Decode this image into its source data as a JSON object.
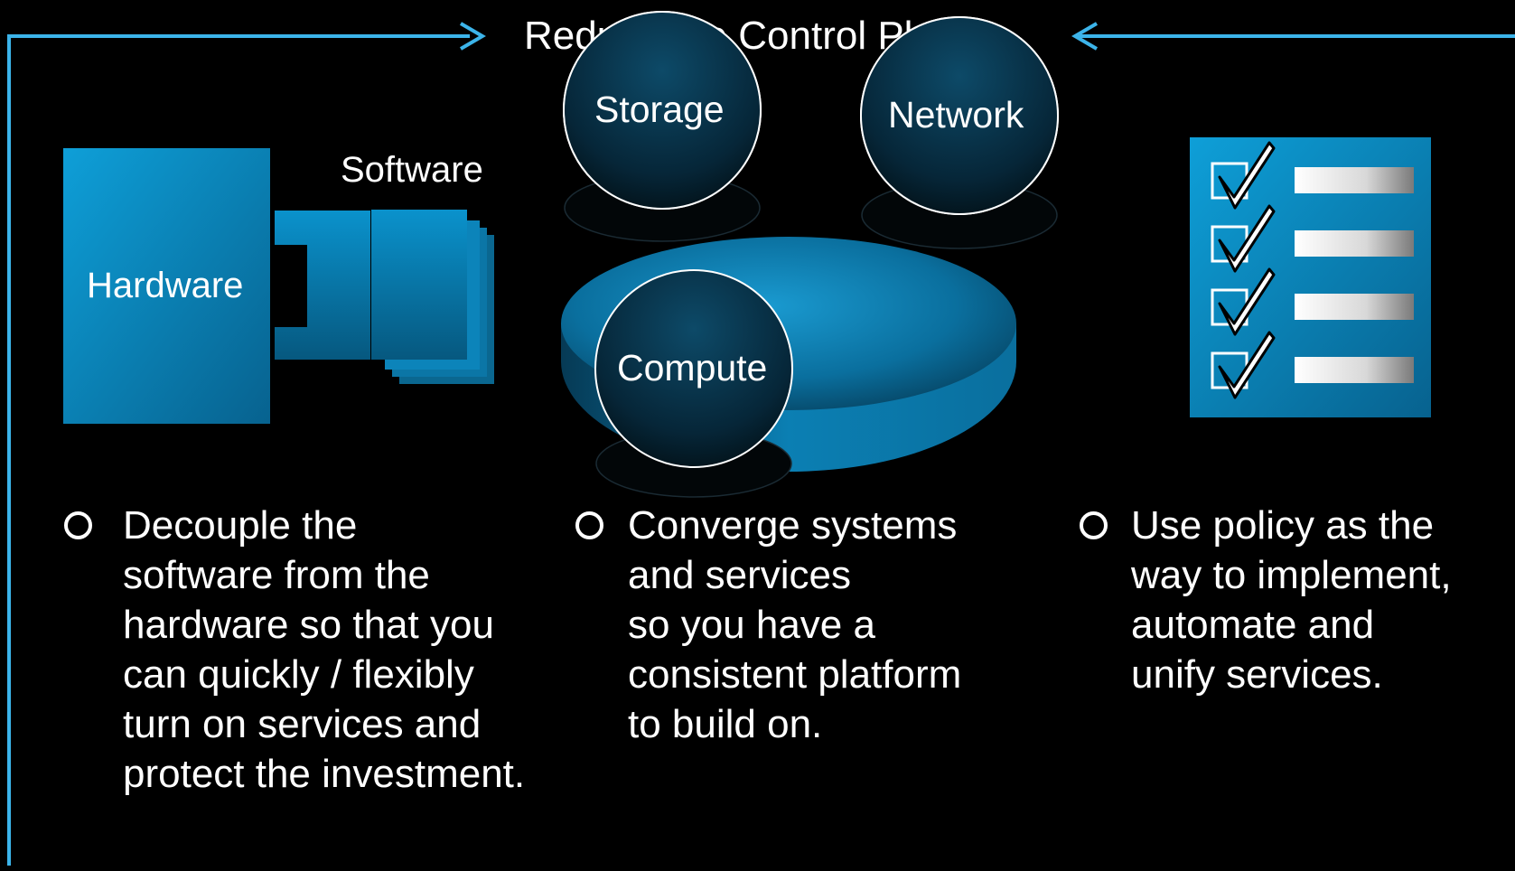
{
  "banner": {
    "title": "Reduce the Control Plane"
  },
  "left": {
    "hardware_label": "Hardware",
    "software_label": "Software",
    "text_lines": [
      "Decouple the",
      "software from the",
      "hardware so that you",
      "can quickly / flexibly",
      "turn on services and",
      "protect the investment."
    ]
  },
  "middle": {
    "storage_label": "Storage",
    "network_label": "Network",
    "compute_label": "Compute",
    "text_lines": [
      "Converge systems",
      "and services",
      "so you have a",
      "consistent platform",
      "to build on."
    ]
  },
  "right": {
    "checklist_icon": "checklist-icon",
    "text_lines": [
      "Use policy as the",
      "way to implement,",
      "automate and",
      "unify services."
    ]
  },
  "colors": {
    "background": "#000000",
    "accent": "#0a8cc8",
    "frame": "#3cb4ea",
    "text": "#ffffff"
  }
}
